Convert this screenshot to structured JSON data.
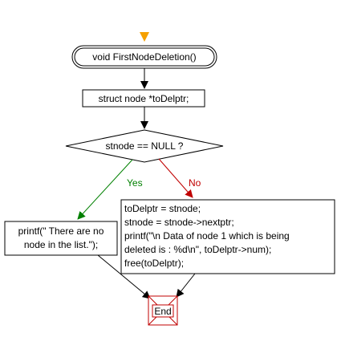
{
  "flowchart": {
    "start": {
      "label": "void FirstNodeDeletion()",
      "marker_color": "#F5A000"
    },
    "declaration": {
      "label": "struct node *toDelptr;"
    },
    "decision": {
      "label": "stnode == NULL ?"
    },
    "branch_yes": {
      "label": "Yes",
      "color": "#008000"
    },
    "branch_no": {
      "label": "No",
      "color": "#C00000"
    },
    "yes_process": {
      "lines": [
        "printf(\" There are no",
        "node in the list.\");"
      ]
    },
    "no_process": {
      "lines": [
        "toDelptr = stnode;",
        "stnode = stnode->nextptr;",
        "printf(\"\\n Data of node 1 which is being",
        "deleted is :  %d\\n\", toDelptr->num);",
        "free(toDelptr);"
      ]
    },
    "end": {
      "label": "End",
      "color": "#C00000"
    }
  }
}
